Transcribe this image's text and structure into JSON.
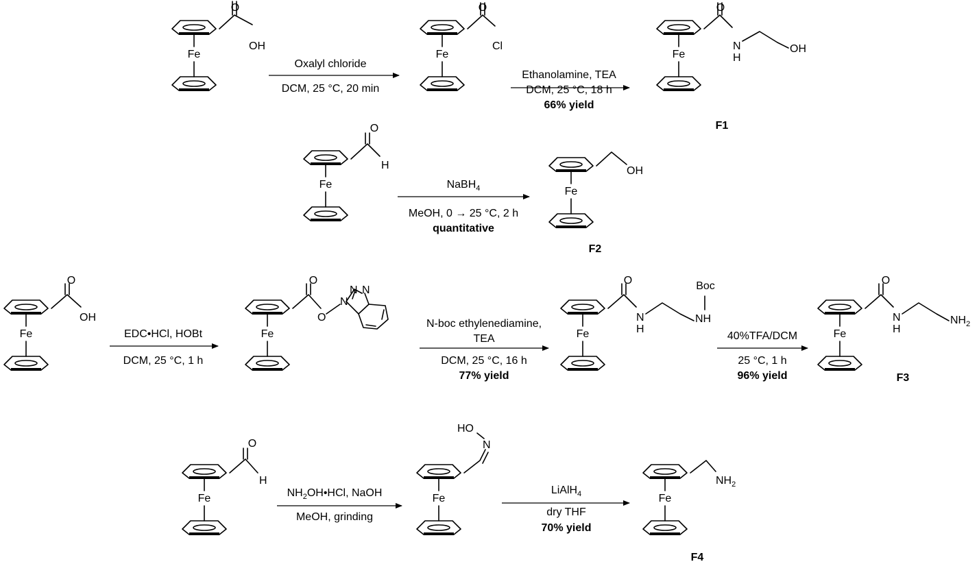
{
  "reactions": {
    "r1": {
      "start_oh": "OH",
      "step1_top": "Oxalyl chloride",
      "step1_bottom": "DCM, 25 °C, 20 min",
      "acyl_cl": "Cl",
      "step2_top": "Ethanolamine, TEA",
      "step2_bottom": "DCM, 25 °C, 18 h",
      "step2_yield": "66% yield",
      "product_nh": "N",
      "product_h": "H",
      "product_oh": "OH",
      "product_label": "F1"
    },
    "r2": {
      "start_h": "H",
      "step_top_main": "NaBH",
      "step_top_sub": "4",
      "step_bottom": "MeOH, 0 → 25 °C, 2 h",
      "step_yield": "quantitative",
      "product_oh": "OH",
      "product_label": "F2"
    },
    "r3": {
      "start_oh": "OH",
      "step1_top": "EDC•HCl, HOBt",
      "step1_bottom": "DCM, 25 °C, 1 h",
      "ester_o": "O",
      "ester_n1": "N",
      "ester_n2": "N",
      "ester_n3": "N",
      "step2_top1": "N-boc ethylenediamine,",
      "step2_top2": "TEA",
      "step2_bottom": "DCM, 25 °C, 16 h",
      "step2_yield": "77% yield",
      "inter_n": "N",
      "inter_h": "H",
      "inter_nh": "NH",
      "inter_boc": "Boc",
      "step3_top": "40%TFA/DCM",
      "step3_bottom": "25 °C, 1 h",
      "step3_yield": "96% yield",
      "product_n": "N",
      "product_h": "H",
      "product_nh2_main": "NH",
      "product_nh2_sub": "2",
      "product_label": "F3"
    },
    "r4": {
      "start_h": "H",
      "step1_top_a": "NH",
      "step1_top_sub": "2",
      "step1_top_b": "OH•HCl, NaOH",
      "step1_bottom": "MeOH, grinding",
      "oxime_ho": "HO",
      "oxime_n": "N",
      "step2_top_main": "LiAlH",
      "step2_top_sub": "4",
      "step2_bottom": "dry THF",
      "step2_yield": "70% yield",
      "product_nh2_main": "NH",
      "product_nh2_sub": "2",
      "product_label": "F4"
    }
  },
  "common": {
    "carbonyl_o": "O",
    "iron": "Fe"
  }
}
